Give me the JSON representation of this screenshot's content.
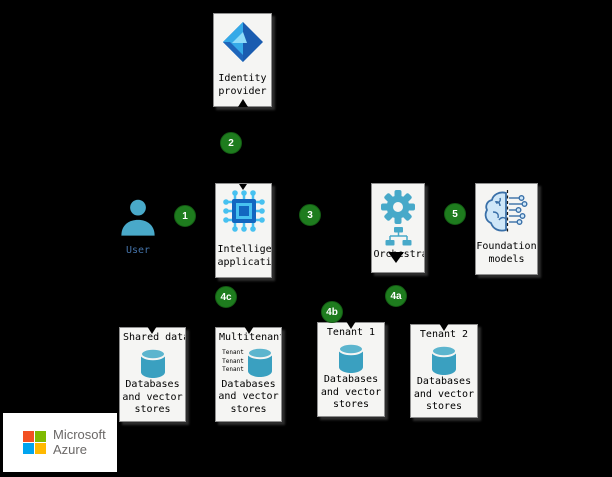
{
  "nodes": {
    "identity_provider": {
      "label": "Identity provider"
    },
    "user": {
      "label": "User"
    },
    "intelligent_application": {
      "label": "Intelligent application"
    },
    "orchestrator": {
      "label": "Orchestrator"
    },
    "foundation_models": {
      "label": "Foundation models"
    },
    "shared_databases": {
      "title": "Shared databases",
      "body": "Databases and vector stores"
    },
    "multitenant": {
      "title": "Multitenant",
      "tenant_labels": [
        "Tenant",
        "Tenant",
        "Tenant"
      ],
      "body": "Databases and vector stores"
    },
    "tenant_1": {
      "title": "Tenant 1",
      "body": "Databases and vector stores"
    },
    "tenant_2": {
      "title": "Tenant 2",
      "body": "Databases and vector stores"
    }
  },
  "steps": {
    "s1": "1",
    "s2": "2",
    "s3": "3",
    "s4a": "4a",
    "s4b": "4b",
    "s4c": "4c",
    "s5": "5"
  },
  "branding": {
    "line1": "Microsoft",
    "line2": "Azure"
  },
  "colors": {
    "background": "#000000",
    "node_fill": "#f5f5f3",
    "node_border": "#8f8f8f",
    "step_badge_green": "#1e7c1e",
    "teal_icon": "#47a9c9",
    "cylinder_teal": "#3aa0c0",
    "chip_dark_blue": "#1266c0",
    "chip_light_blue": "#47c1f0",
    "identity_dark_blue": "#1a5cb0",
    "identity_light_blue": "#35aae8",
    "brain_fill": "#cfe7f8",
    "brain_stroke": "#3a70a8",
    "user_label_blue": "#4472a8",
    "ms_red": "#f25022",
    "ms_green": "#7fba00",
    "ms_blue": "#00a4ef",
    "ms_yellow": "#ffb900"
  }
}
